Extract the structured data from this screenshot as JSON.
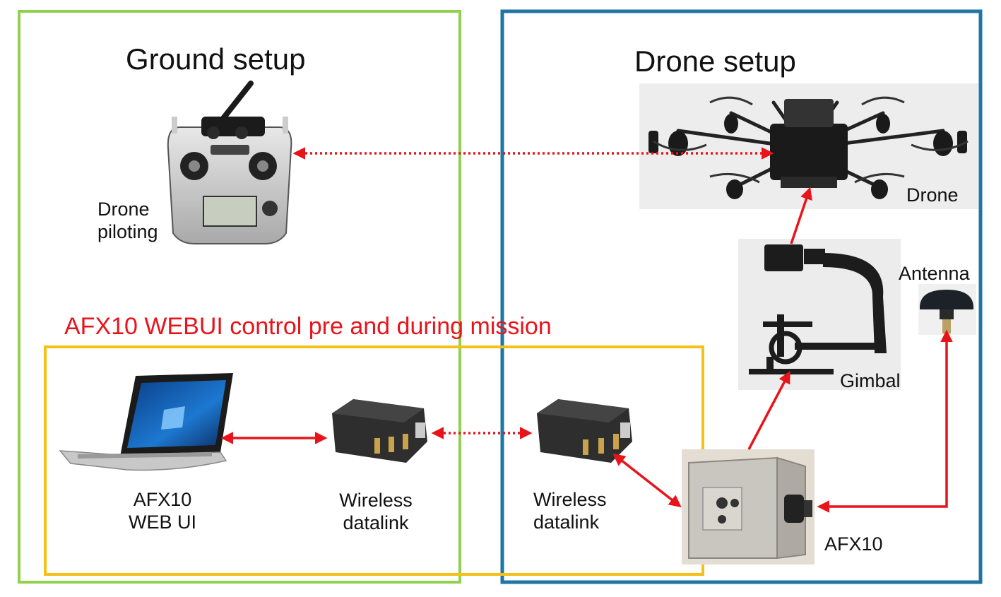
{
  "titles": {
    "ground": "Ground setup",
    "drone": "Drone setup",
    "webui_mission": "AFX10 WEBUI control pre and during mission"
  },
  "labels": {
    "drone_piloting_line1": "Drone",
    "drone_piloting_line2": "piloting",
    "drone": "Drone",
    "antenna": "Antenna",
    "gimbal": "Gimbal",
    "webui_line1": "AFX10",
    "webui_line2": "WEB UI",
    "ground_datalink_line1": "Wireless",
    "ground_datalink_line2": "datalink",
    "drone_datalink_line1": "Wireless",
    "drone_datalink_line2": "datalink",
    "afx10": "AFX10"
  },
  "colors": {
    "ground_box": "#92d050",
    "drone_box": "#1f75a4",
    "webui_box": "#f5c018",
    "link": "#e8141b"
  },
  "icons": [
    "rc-transmitter-icon",
    "drone-icon",
    "gimbal-icon",
    "antenna-icon",
    "laptop-icon",
    "datalink-icon",
    "afx10-device-icon"
  ]
}
